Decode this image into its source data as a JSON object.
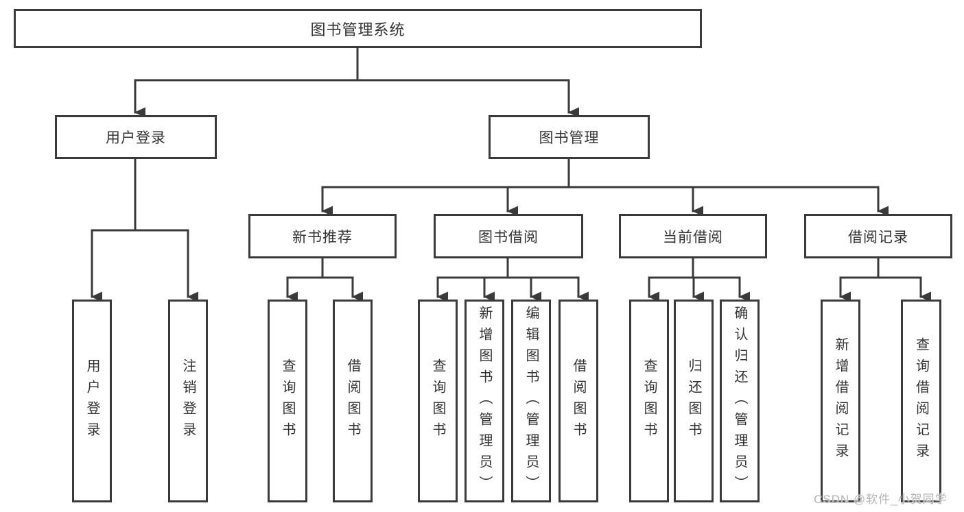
{
  "tree": {
    "root": "图书管理系统",
    "branches": [
      {
        "label": "用户登录",
        "children": [
          "用户登录",
          "注销登录"
        ]
      },
      {
        "label": "图书管理",
        "children": [
          {
            "label": "新书推荐",
            "children": [
              "查询图书",
              "借阅图书"
            ]
          },
          {
            "label": "图书借阅",
            "children": [
              "查询图书",
              "新增图书（管理员）",
              "编辑图书（管理员）",
              "借阅图书"
            ]
          },
          {
            "label": "当前借阅",
            "children": [
              "查询图书",
              "归还图书",
              "确认归还（管理员）"
            ]
          },
          {
            "label": "借阅记录",
            "children": [
              "新增借阅记录",
              "查询借阅记录"
            ]
          }
        ]
      }
    ]
  },
  "watermark": "CSDN @软件_小贺同学",
  "colors": {
    "line": "#3a3a3a",
    "text": "#333333",
    "watermark": "#b5b5b5",
    "background": "#ffffff"
  }
}
